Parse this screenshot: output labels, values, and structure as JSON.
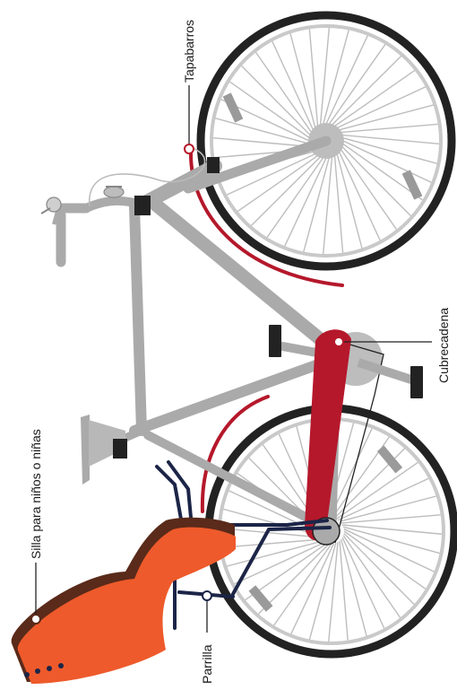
{
  "labels": {
    "tapabarros": "Tapabarros",
    "cubrecadena": "Cubrecadena",
    "silla": "Silla para niños o niñas",
    "parrilla": "Parrilla"
  },
  "colors": {
    "tire": "#222222",
    "frame": "#aaaaaa",
    "spokes": "#bdbdbd",
    "fender": "#b5182b",
    "chainguard": "#b5182b",
    "rack": "#1c2547",
    "seat_shell": "#ee5a2b",
    "seat_back": "#5a2a1a",
    "leader": "#222222"
  },
  "icons": [
    "bicycle",
    "child-seat",
    "rear-rack",
    "fender",
    "chain-guard"
  ]
}
